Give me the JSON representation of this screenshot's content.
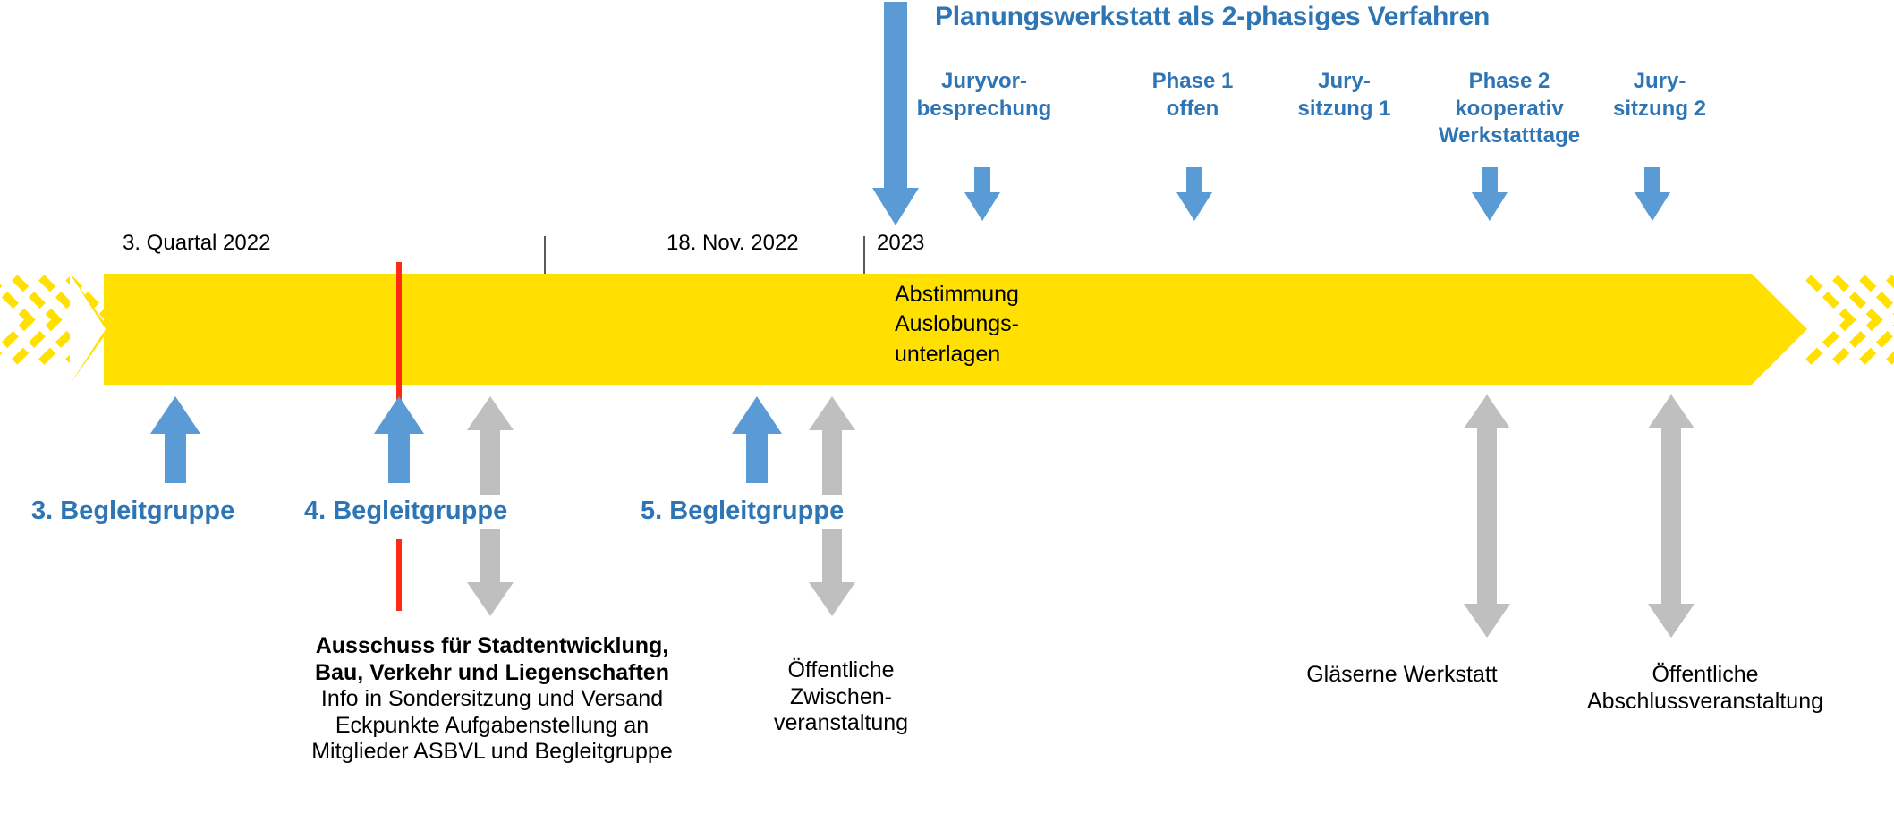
{
  "header": {
    "title": "Planungswerkstatt als 2-phasiges Verfahren",
    "accent_color": "#2E75B6",
    "phases": [
      {
        "id": "juryvorbesprechung",
        "lines": [
          "Juryvor-",
          "besprechung"
        ]
      },
      {
        "id": "phase-1-offen",
        "lines": [
          "Phase 1",
          "offen"
        ]
      },
      {
        "id": "jurysitzung-1",
        "lines": [
          "Jury-",
          "sitzung 1"
        ]
      },
      {
        "id": "phase-2-kooperativ",
        "lines": [
          "Phase 2",
          "kooperativ",
          "Werkstatttage"
        ]
      },
      {
        "id": "jurysitzung-2",
        "lines": [
          "Jury-",
          "sitzung 2"
        ]
      }
    ]
  },
  "timeline": {
    "bar_color": "#FFE000",
    "marker_color": "#FF2A12",
    "dates": [
      {
        "id": "q3-2022",
        "label": "3. Quartal 2022"
      },
      {
        "id": "18-nov-2022",
        "label": "18. Nov. 2022"
      },
      {
        "id": "2023",
        "label": "2023"
      }
    ],
    "bar_text_lines": [
      "Abstimmung",
      "Auslobungs-",
      "unterlagen"
    ]
  },
  "milestones": {
    "blue_color": "#5B9BD5",
    "gray_color": "#BFBFBF",
    "begleitgruppen": [
      {
        "id": "begleitgruppe-3",
        "label": "3. Begleitgruppe"
      },
      {
        "id": "begleitgruppe-4",
        "label": "4. Begleitgruppe"
      },
      {
        "id": "begleitgruppe-5",
        "label": "5. Begleitgruppe"
      }
    ],
    "ausschuss": {
      "bold_lines": [
        "Ausschuss für Stadtentwicklung,",
        "Bau, Verkehr und Liegenschaften"
      ],
      "normal_lines": [
        "Info in Sondersitzung und Versand",
        "Eckpunkte Aufgabenstellung an",
        "Mitglieder ASBVL und Begleitgruppe"
      ]
    },
    "events": [
      {
        "id": "oeffentliche-zwischenveranstaltung",
        "lines": [
          "Öffentliche",
          "Zwischen-",
          "veranstaltung"
        ]
      },
      {
        "id": "glaeserne-werkstatt",
        "lines": [
          "Gläserne Werkstatt"
        ]
      },
      {
        "id": "oeffentliche-abschlussveranstaltung",
        "lines": [
          "Öffentliche",
          "Abschlussveranstaltung"
        ]
      }
    ]
  }
}
